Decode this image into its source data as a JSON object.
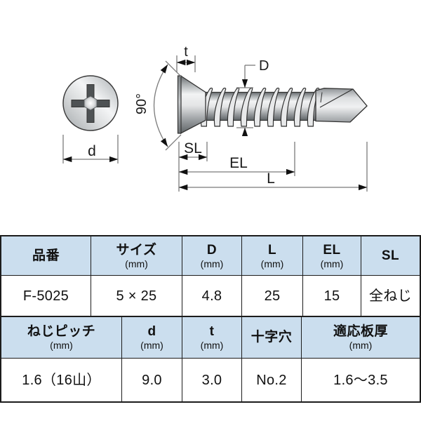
{
  "diagram": {
    "labels": {
      "t": "t",
      "D": "D",
      "d": "d",
      "angle": "90°",
      "SL": "SL",
      "EL": "EL",
      "L": "L"
    }
  },
  "table1": {
    "headers": [
      {
        "label": "品番",
        "unit": ""
      },
      {
        "label": "サイズ",
        "unit": "(mm)"
      },
      {
        "label": "D",
        "unit": "(mm)"
      },
      {
        "label": "L",
        "unit": "(mm)"
      },
      {
        "label": "EL",
        "unit": "(mm)"
      },
      {
        "label": "SL",
        "unit": ""
      }
    ],
    "row": [
      "F-5025",
      "5 × 25",
      "4.8",
      "25",
      "15",
      "全ねじ"
    ]
  },
  "table2": {
    "headers": [
      {
        "label": "ねじピッチ",
        "unit": "(mm)"
      },
      {
        "label": "d",
        "unit": "(mm)"
      },
      {
        "label": "t",
        "unit": "(mm)"
      },
      {
        "label": "十字穴",
        "unit": ""
      },
      {
        "label": "適応板厚",
        "unit": "(mm)"
      }
    ],
    "row": [
      "1.6（16山）",
      "9.0",
      "3.0",
      "No.2",
      "1.6～3.5"
    ]
  },
  "colors": {
    "header_bg": "#cbdeee",
    "border": "#1c1c1c",
    "metal_light": "#f2f3f4",
    "metal_dark": "#63686b"
  }
}
